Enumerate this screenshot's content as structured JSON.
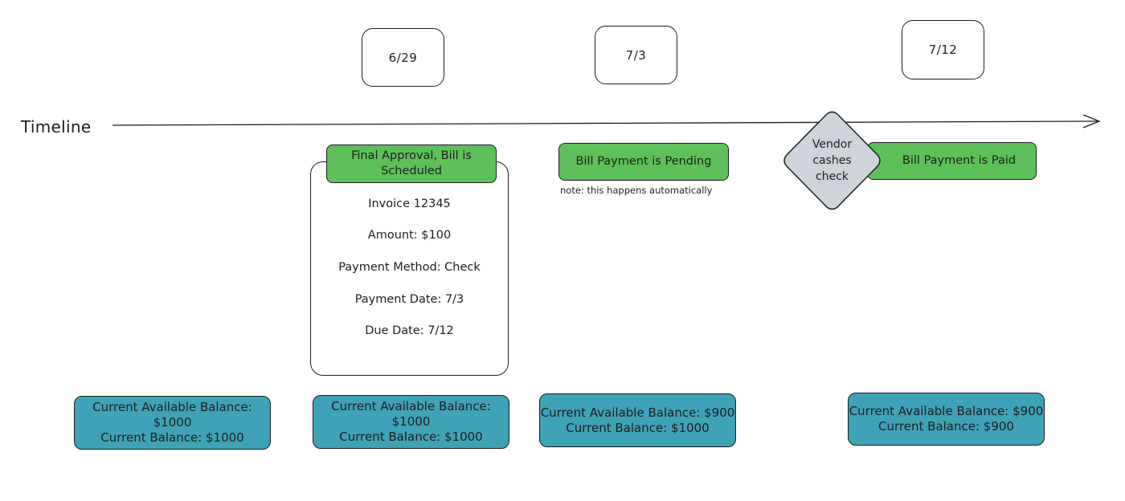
{
  "timeline": {
    "label": "Timeline"
  },
  "dates": [
    "6/29",
    "7/3",
    "7/12"
  ],
  "events": {
    "scheduled": "Final Approval, Bill is Scheduled",
    "pending": "Bill Payment is Pending",
    "pending_note": "note: this happens automatically",
    "paid": "Bill Payment is Paid"
  },
  "details": {
    "invoice": "Invoice 12345",
    "amount": "Amount: $100",
    "method": "Payment Method: Check",
    "payment_date": "Payment Date: 7/3",
    "due_date": "Due Date: 7/12"
  },
  "decision": {
    "line1": "Vendor",
    "line2": "cashes",
    "line3": "check"
  },
  "balances": [
    {
      "available": "Current Available Balance: $1000",
      "current": "Current Balance: $1000"
    },
    {
      "available": "Current Available Balance: $1000",
      "current": "Current Balance: $1000"
    },
    {
      "available": "Current Available Balance: $900",
      "current": "Current Balance: $1000"
    },
    {
      "available": "Current Available Balance: $900",
      "current": "Current Balance: $900"
    }
  ],
  "colors": {
    "event_fill": "#5ec05a",
    "balance_fill": "#3fa2b6",
    "decision_fill": "#ced4da",
    "stroke": "#1e1e1e"
  }
}
